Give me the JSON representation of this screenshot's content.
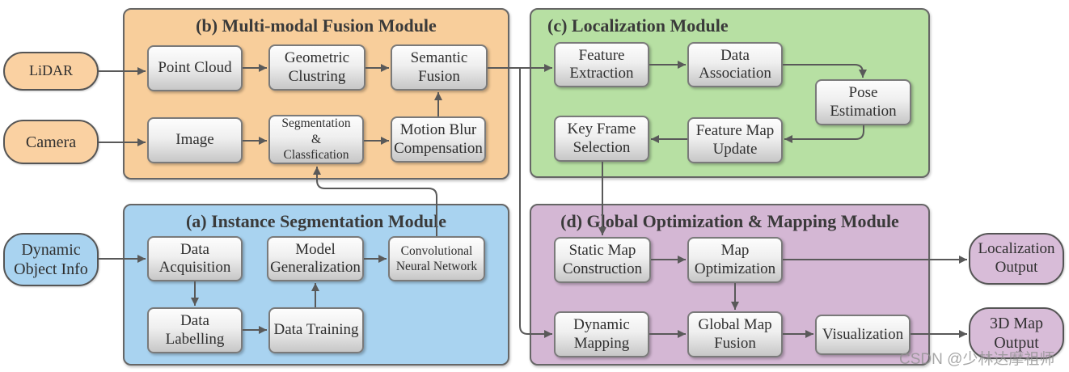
{
  "diagram": {
    "line_color": "#595959",
    "watermark": "CSDN @少林达摩祖师",
    "inputs": [
      {
        "label": "LiDAR",
        "color": "#FAD1A2"
      },
      {
        "label": "Camera",
        "color": "#FAD1A2"
      },
      {
        "label": "Dynamic\nObject Info",
        "color": "#A9D3F0"
      }
    ],
    "outputs": [
      {
        "label": "Localization\nOutput",
        "color": "#D8BCD8"
      },
      {
        "label": "3D Map\nOutput",
        "color": "#D8BCD8"
      }
    ],
    "modules": {
      "b": {
        "title": "(b) Multi-modal Fusion Module",
        "color": "#F8CE9B",
        "boxes": [
          {
            "label": "Point Cloud"
          },
          {
            "label": "Geometric\nClustring"
          },
          {
            "label": "Semantic\nFusion"
          },
          {
            "label": "Image"
          },
          {
            "label": "Segmentation\n&\nClassfication"
          },
          {
            "label": "Motion Blur\nCompensation"
          }
        ]
      },
      "c": {
        "title": "(c) Localization Module",
        "color": "#B7E0A3",
        "boxes": [
          {
            "label": "Feature\nExtraction"
          },
          {
            "label": "Data\nAssociation"
          },
          {
            "label": "Pose\nEstimation"
          },
          {
            "label": "Feature Map\nUpdate"
          },
          {
            "label": "Key Frame\nSelection"
          }
        ]
      },
      "a": {
        "title": "(a) Instance Segmentation Module",
        "color": "#A9D3F0",
        "boxes": [
          {
            "label": "Data\nAcquisition"
          },
          {
            "label": "Model\nGeneralization"
          },
          {
            "label": "Convolutional\nNeural Network"
          },
          {
            "label": "Data\nLabelling"
          },
          {
            "label": "Data Training"
          }
        ]
      },
      "d": {
        "title": "(d) Global Optimization & Mapping Module",
        "color": "#D4B7D4",
        "boxes": [
          {
            "label": "Static Map\nConstruction"
          },
          {
            "label": "Map\nOptimization"
          },
          {
            "label": "Dynamic\nMapping"
          },
          {
            "label": "Global Map\nFusion"
          },
          {
            "label": "Visualization"
          }
        ]
      }
    }
  }
}
